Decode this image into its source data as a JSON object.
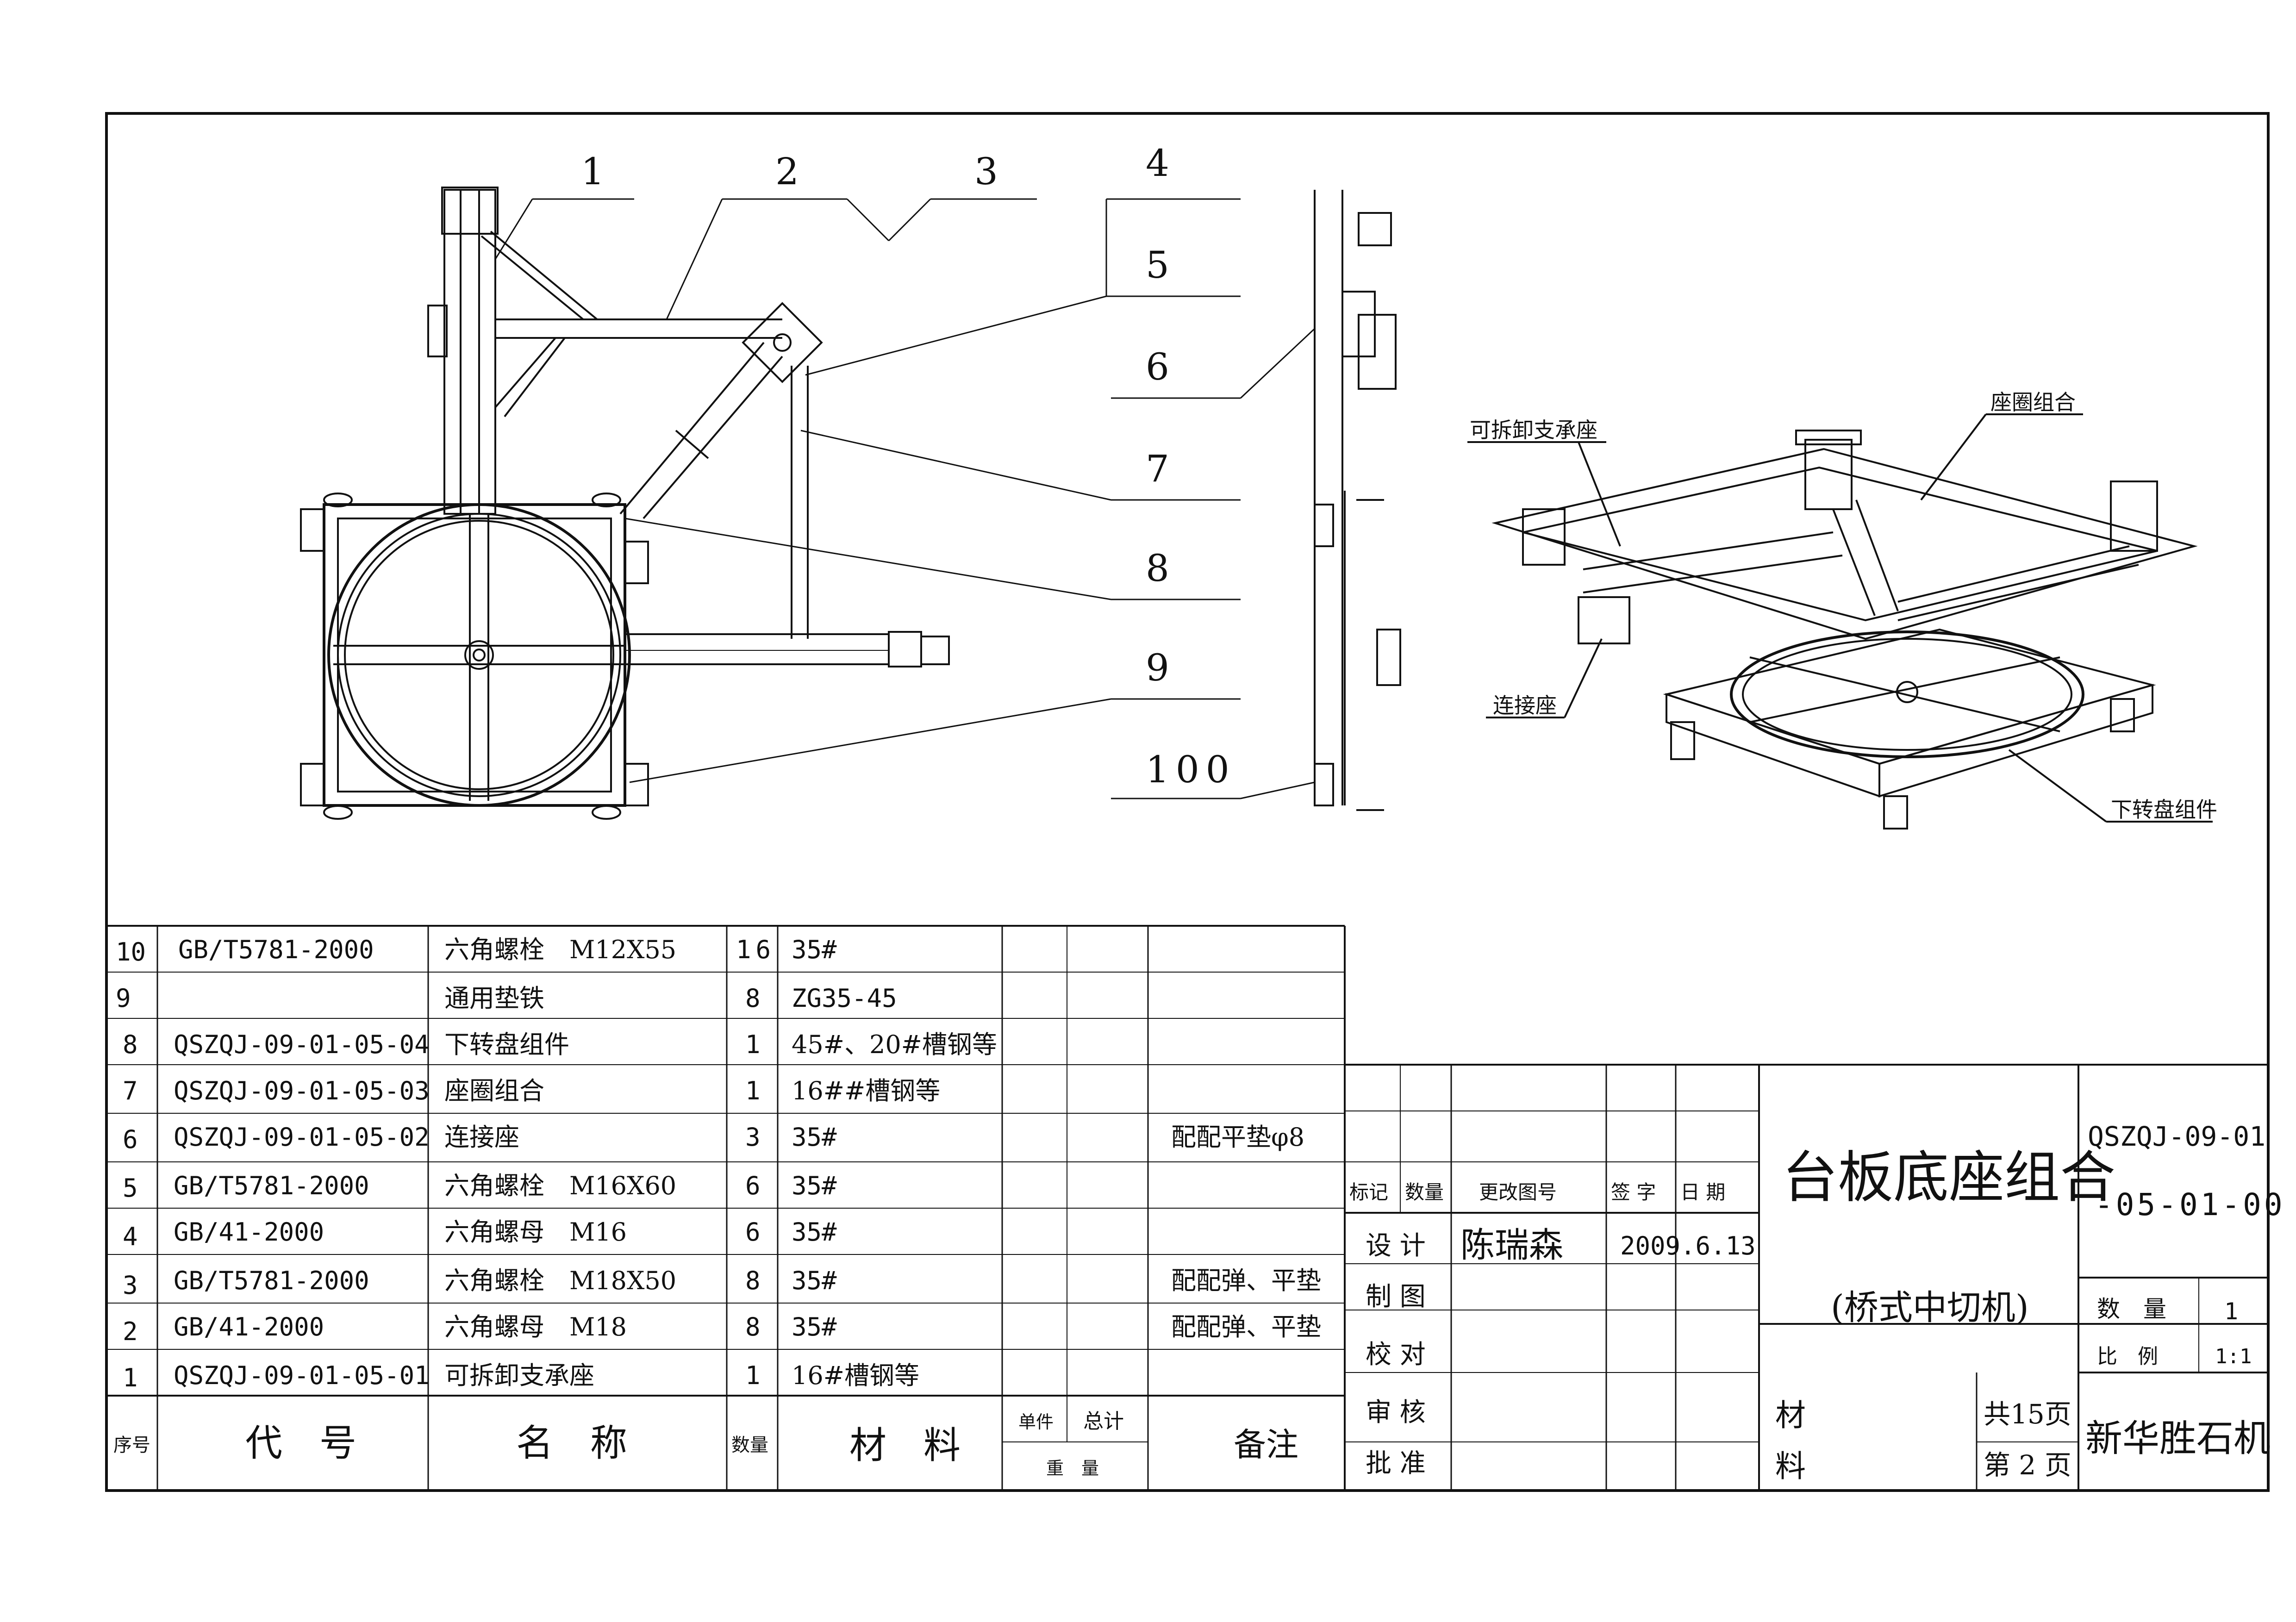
{
  "callouts": [
    "1",
    "2",
    "3",
    "4",
    "5",
    "6",
    "7",
    "8",
    "9",
    "100"
  ],
  "iso_labels": {
    "support": "可拆卸支承座",
    "ring": "座圈组合",
    "connector": "连接座",
    "lower_turntable": "下转盘组件"
  },
  "bom": {
    "rows": [
      {
        "seq": "10",
        "code": "GB/T5781-2000",
        "name": "六角螺栓　M12X55",
        "qty": "16",
        "material": "35#",
        "remark": ""
      },
      {
        "seq": "9",
        "code": "",
        "name": "通用垫铁",
        "qty": "8",
        "material": "ZG35-45",
        "remark": ""
      },
      {
        "seq": "8",
        "code": "QSZQJ-09-01-05-04",
        "name": "下转盘组件",
        "qty": "1",
        "material": "45#、20#槽钢等",
        "remark": ""
      },
      {
        "seq": "7",
        "code": "QSZQJ-09-01-05-03",
        "name": "座圈组合",
        "qty": "1",
        "material": "16##槽钢等",
        "remark": ""
      },
      {
        "seq": "6",
        "code": "QSZQJ-09-01-05-02",
        "name": "连接座",
        "qty": "3",
        "material": "35#",
        "remark": "配配平垫φ8"
      },
      {
        "seq": "5",
        "code": "GB/T5781-2000",
        "name": "六角螺栓　M16X60",
        "qty": "6",
        "material": "35#",
        "remark": ""
      },
      {
        "seq": "4",
        "code": "GB/41-2000",
        "name": "六角螺母　M16",
        "qty": "6",
        "material": "35#",
        "remark": ""
      },
      {
        "seq": "3",
        "code": "GB/T5781-2000",
        "name": "六角螺栓　M18X50",
        "qty": "8",
        "material": "35#",
        "remark": "配配弹、平垫"
      },
      {
        "seq": "2",
        "code": "GB/41-2000",
        "name": "六角螺母　M18",
        "qty": "8",
        "material": "35#",
        "remark": "配配弹、平垫"
      },
      {
        "seq": "1",
        "code": "QSZQJ-09-01-05-01",
        "name": "可拆卸支承座",
        "qty": "1",
        "material": "16#槽钢等",
        "remark": ""
      }
    ],
    "header": {
      "seq": "序号",
      "code": "代　号",
      "name": "名　称",
      "qty": "数量",
      "material": "材　料",
      "unit": "单件",
      "total": "总计",
      "weight": "重　量",
      "remark": "备注"
    }
  },
  "title_block": {
    "rev_headers": [
      "标记",
      "数量",
      "更改图号",
      "签 字",
      "日 期"
    ],
    "roles": [
      "设 计",
      "制 图",
      "校 对",
      "审 核",
      "批 准"
    ],
    "designer": "陈瑞森",
    "date": "2009.6.13",
    "title": "台板底座组合",
    "subtitle": "(桥式中切机)",
    "drawing_no_1": "QSZQJ-09-01",
    "drawing_no_2": "-05-01-00",
    "qty_label": "数　量",
    "qty_value": "1",
    "scale_label": "比　例",
    "scale_value": "1:1",
    "material_label": "材",
    "material_label2": "料",
    "total_pages": "共15页",
    "page": "第 2 页",
    "company": "新华胜石机"
  }
}
